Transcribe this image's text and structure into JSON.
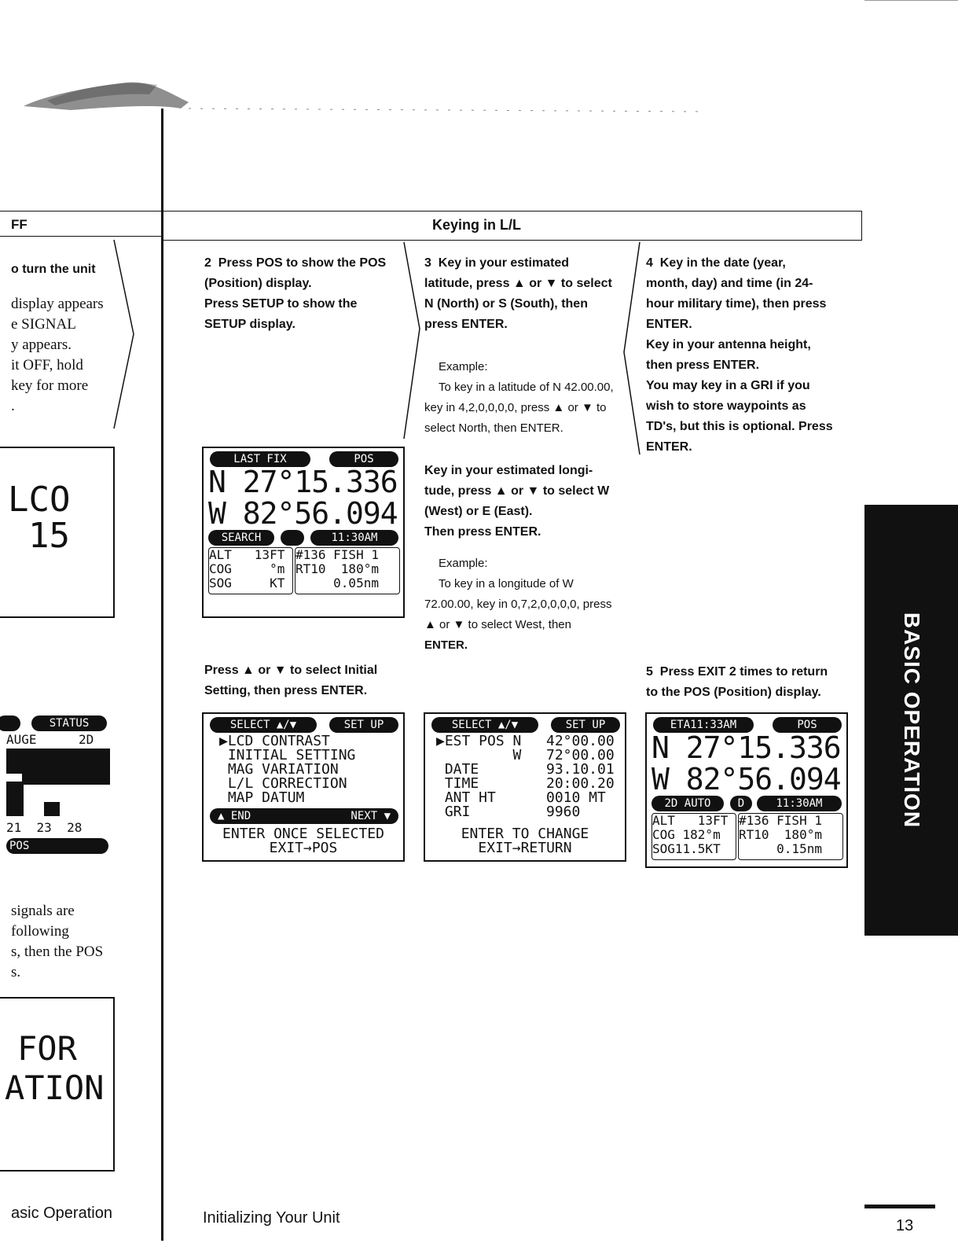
{
  "header": {
    "left_tab": "FF",
    "section_title": "Keying in L/L"
  },
  "left_column": {
    "turn_on_heading": "o turn the unit",
    "turn_on_text": [
      "display appears",
      "e SIGNAL",
      "y appears.",
      "it OFF, hold",
      " key for more",
      "."
    ],
    "lcd_top": [
      "LCO",
      "15"
    ],
    "status_screen": {
      "pill_left": "",
      "pill_right": "STATUS",
      "row1_left": "AUGE",
      "row1_right": "2D",
      "axis": "21  23  28",
      "bottom_pill": "POS"
    },
    "signals_text": [
      "signals are",
      "following",
      "s, then the POS",
      "s."
    ],
    "lcd_bottom": [
      "FOR",
      "ATION"
    ],
    "footer_left": "asic Operation"
  },
  "col2": {
    "step_number": "2",
    "step_text": [
      "Press POS to show the POS",
      "(Position) display.",
      "Press SETUP to show the",
      "SETUP display."
    ],
    "instruction": [
      "Press ▲ or ▼ to select Initial",
      "Setting, then press ENTER."
    ]
  },
  "col3": {
    "step_number": "3",
    "step_text": [
      "Key in your estimated",
      "latitude, press ▲ or ▼ to select",
      "N (North) or S (South), then",
      "press ENTER."
    ],
    "example_label": "Example:",
    "example_text": [
      "To key in a latitude of N 42.00.00,",
      "key in 4,2,0,0,0,0, press ▲ or ▼ to",
      "select North, then ENTER."
    ],
    "step_text_2": [
      "Key in your estimated longi-",
      "tude, press ▲ or ▼ to select W",
      "(West) or E (East).",
      "Then press ENTER."
    ],
    "example_label_2": "Example:",
    "example_text_2": [
      "To key in a longitude of W",
      "72.00.00, key in 0,7,2,0,0,0,0, press",
      "▲ or ▼ to select West, then",
      "ENTER."
    ]
  },
  "col4": {
    "step_number": "4",
    "step_text": [
      "Key in the date (year,",
      "month, day) and time (in 24-",
      "hour military time), then press",
      "ENTER.",
      "Key in your antenna height,",
      "then press ENTER.",
      "You may key in a GRI if you",
      "wish to store waypoints as",
      "TD's, but this is optional. Press",
      "ENTER."
    ],
    "step5_number": "5",
    "step5_text": [
      "Press EXIT 2 times to return",
      "to the POS (Position) display."
    ]
  },
  "screens": {
    "pos_last_fix": {
      "pill_left": "LAST FIX",
      "pill_right": "POS",
      "lat": "N 27°15.336'",
      "lon": "W 82°56.094'",
      "status_left": "SEARCH",
      "status_mid": "",
      "status_right": "11:30AM",
      "left_box": [
        "ALT   13FT",
        "COG     °m",
        "SOG     KT"
      ],
      "right_box": [
        "#136 FISH 1",
        "RT10  180°m",
        "     0.05nm"
      ]
    },
    "setup_menu": {
      "pill_left": "SELECT ▲/▼",
      "pill_right": "SET UP",
      "items": [
        "▶LCD CONTRAST",
        " INITIAL SETTING",
        " MAG VARIATION",
        " L/L CORRECTION",
        " MAP DATUM"
      ],
      "bar_left": "▲ END",
      "bar_right": "NEXT ▼",
      "footer": [
        "ENTER ONCE SELECTED",
        "EXIT→POS"
      ]
    },
    "initial_setting": {
      "pill_left": "SELECT ▲/▼",
      "pill_right": "SET UP",
      "rows": [
        {
          "label": "▶EST POS N",
          "value": "42°00.00"
        },
        {
          "label": "         W",
          "value": "72°00.00"
        },
        {
          "label": " DATE",
          "value": "93.10.01"
        },
        {
          "label": " TIME",
          "value": "20:00.20"
        },
        {
          "label": " ANT HT",
          "value": "0010 MT"
        },
        {
          "label": " GRI",
          "value": "9960"
        }
      ],
      "footer": [
        "ENTER TO CHANGE",
        "EXIT→RETURN"
      ]
    },
    "pos_eta": {
      "pill_left": "ETA11:33AM",
      "pill_right": "POS",
      "lat": "N 27°15.336'",
      "lon": "W 82°56.094'",
      "status_left": "2D AUTO",
      "status_mid": "D",
      "status_right": "11:30AM",
      "left_box": [
        "ALT   13FT",
        "COG 182°m",
        "SOG11.5KT"
      ],
      "right_box": [
        "#136 FISH 1",
        "RT10  180°m",
        "     0.15nm"
      ]
    }
  },
  "side_tab": "BASIC OPERATION",
  "footer": {
    "center": "Initializing Your Unit",
    "page_number": "13"
  }
}
